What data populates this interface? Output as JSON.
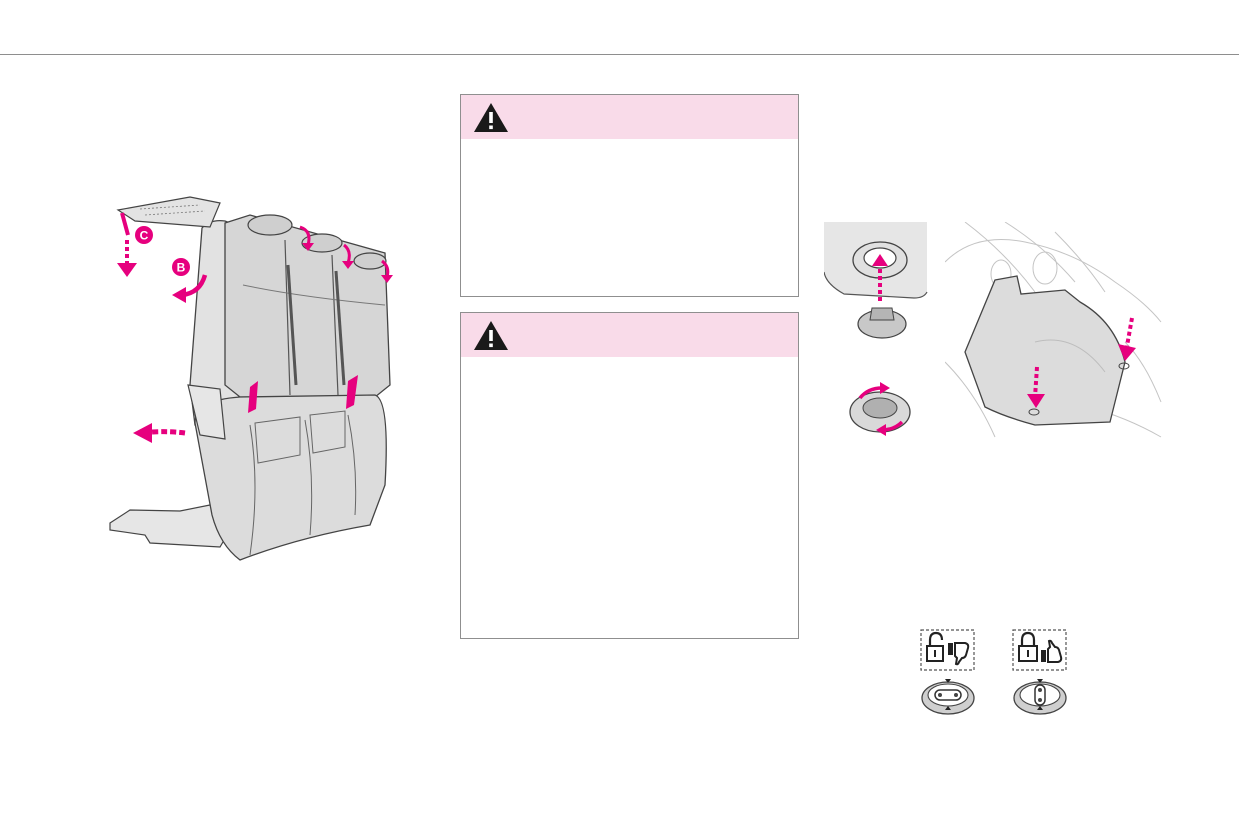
{
  "figure_seat": {
    "callouts": {
      "b": "B",
      "c": "C"
    }
  },
  "warnings": [
    {
      "icon": "warning-triangle-icon"
    },
    {
      "icon": "warning-triangle-icon"
    }
  ],
  "lock_states": [
    {
      "lock_icon": "padlock-open-icon",
      "gesture_icon": "thumbs-down-icon",
      "meaning": "unlocked"
    },
    {
      "lock_icon": "padlock-closed-icon",
      "gesture_icon": "thumbs-up-icon",
      "meaning": "locked"
    }
  ],
  "colors": {
    "accent": "#e6007e",
    "warning_band": "#f9dbe9",
    "line": "#555555",
    "seat_fill": "#d9d9d9"
  }
}
